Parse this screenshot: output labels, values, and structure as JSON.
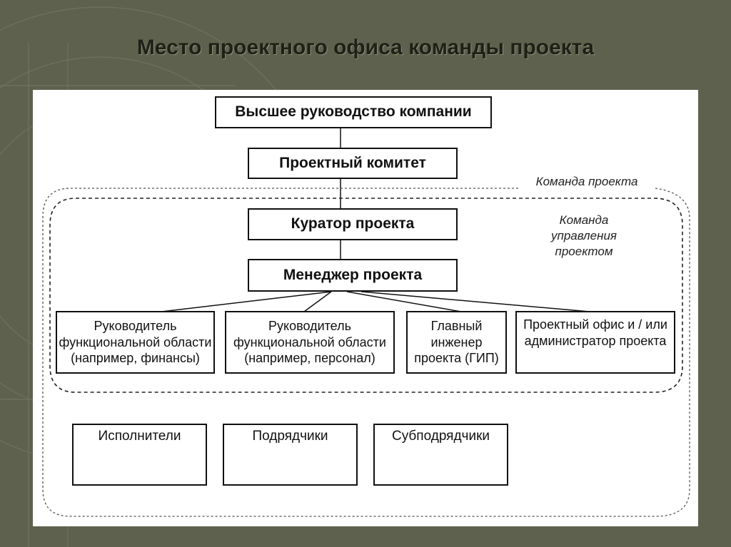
{
  "title": "Место проектного офиса команды проекта",
  "diagram": {
    "top_management": "Высшее руководство компании",
    "project_committee": "Проектный комитет",
    "project_curator": "Куратор проекта",
    "project_manager": "Менеджер проекта",
    "functional_head_finance": "Руководитель функциональной области (например, финансы)",
    "functional_head_personnel": "Руководитель функциональной области (например, персонал)",
    "chief_engineer": "Главный инженер проекта (ГИП)",
    "project_office": "Проектный офис и / или администратор проекта",
    "executors": "Исполнители",
    "contractors": "Подрядчики",
    "subcontractors": "Субподрядчики",
    "project_team_label": "Команда проекта",
    "management_team_label": "Команда управления проектом"
  },
  "colors": {
    "background": "#5f614f",
    "panel": "#ffffff",
    "title_text": "#1f2016",
    "line": "#111111"
  }
}
